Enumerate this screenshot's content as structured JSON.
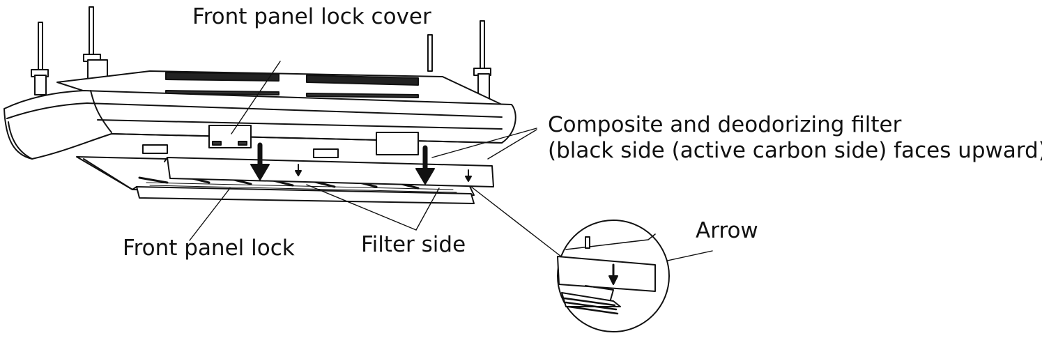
{
  "labels": {
    "front_panel_lock_cover": "Front panel lock cover",
    "filter_line1": "Composite and deodorizing filter",
    "filter_line2": "(black side (active carbon side) faces upward)",
    "arrow": "Arrow",
    "front_panel_lock": "Front panel lock",
    "filter_side": "Filter side"
  }
}
